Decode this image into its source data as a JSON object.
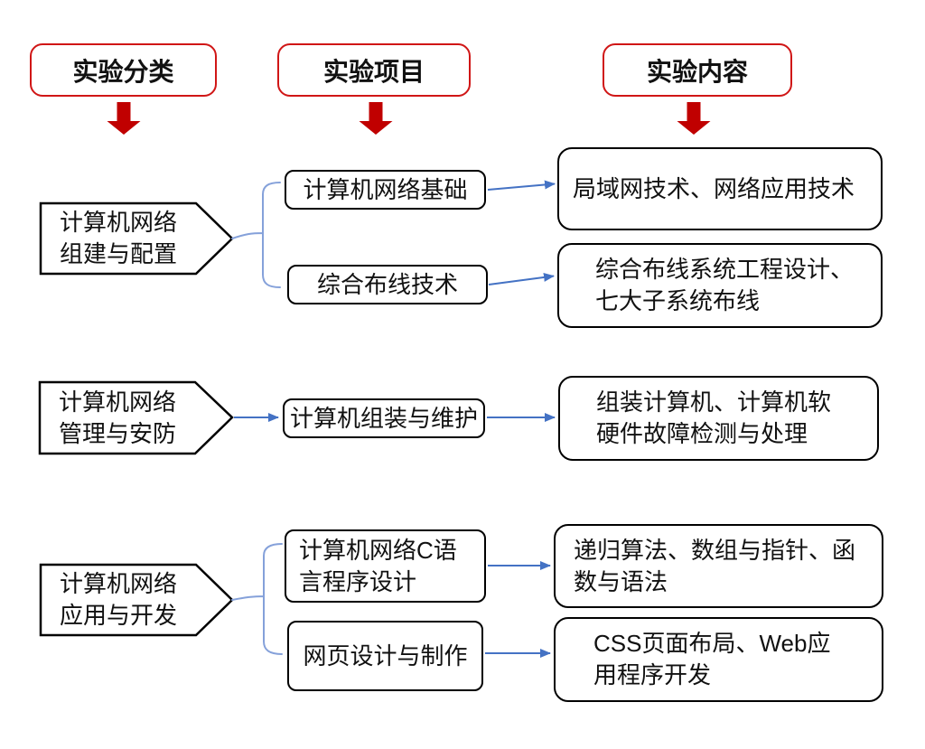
{
  "headers": [
    {
      "label": "实验分类"
    },
    {
      "label": "实验项目"
    },
    {
      "label": "实验内容"
    }
  ],
  "rows": [
    {
      "category": {
        "line1": "计算机网络",
        "line2": "组建与配置"
      },
      "items": [
        {
          "project": {
            "line1": "计算机网络基础",
            "line2": ""
          },
          "content": {
            "line1": "局域网技术、网络应用技术",
            "line2": ""
          }
        },
        {
          "project": {
            "line1": "综合布线技术",
            "line2": ""
          },
          "content": {
            "line1": "综合布线系统工程设计、",
            "line2": "七大子系统布线"
          }
        }
      ]
    },
    {
      "category": {
        "line1": "计算机网络",
        "line2": "管理与安防"
      },
      "items": [
        {
          "project": {
            "line1": "计算机组装与维护",
            "line2": ""
          },
          "content": {
            "line1": "组装计算机、计算机软",
            "line2": "硬件故障检测与处理"
          }
        }
      ]
    },
    {
      "category": {
        "line1": "计算机网络",
        "line2": "应用与开发"
      },
      "items": [
        {
          "project": {
            "line1": "计算机网络C语",
            "line2": "言程序设计"
          },
          "content": {
            "line1": "递归算法、数组与指针、函",
            "line2": "数与语法"
          }
        },
        {
          "project": {
            "line1": "网页设计与制作",
            "line2": ""
          },
          "content": {
            "line1": "CSS页面布局、Web应",
            "line2": "用程序开发"
          }
        }
      ]
    }
  ],
  "colors": {
    "header_border": "#d01616",
    "arrow_red": "#c00000",
    "connector_blue": "#4472c4",
    "brace_blue": "#85a1da",
    "box_border": "#000000"
  }
}
